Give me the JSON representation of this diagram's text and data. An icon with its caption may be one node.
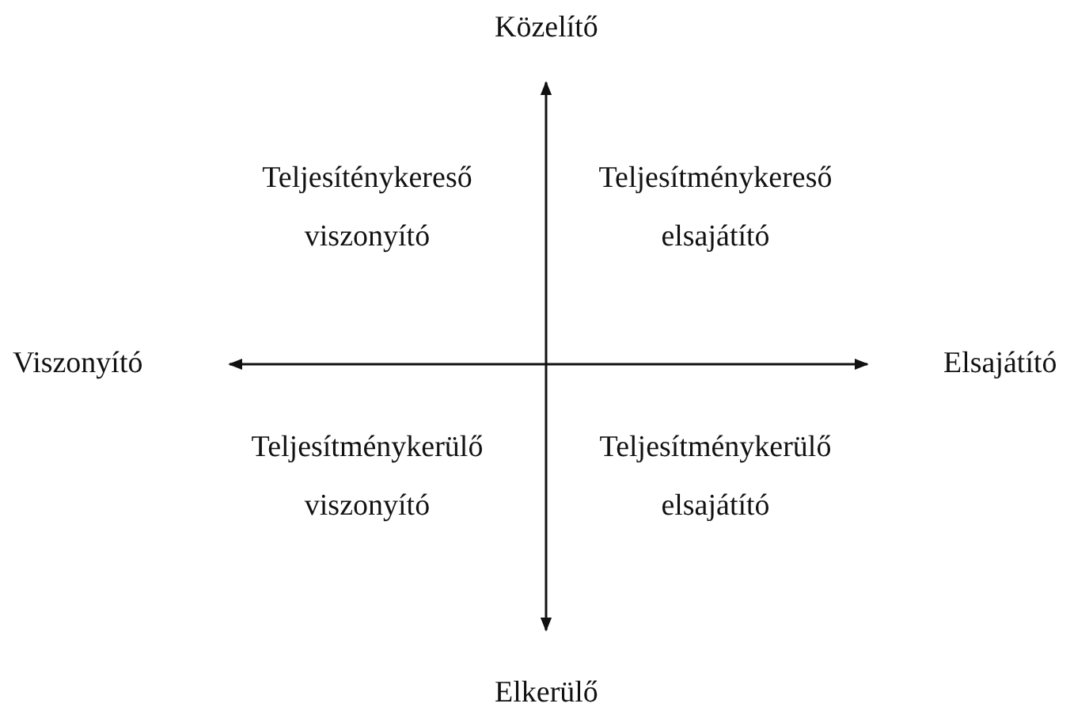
{
  "diagram": {
    "labels": [
      "Közelítő",
      "Teljesíténykereső viszonyító",
      "Teljesítménykereső elsajátító",
      "Viszonyító",
      "Elsajátító",
      "Teljesítménykerülő viszonyító",
      "Teljesítménykerülő elsajátító",
      "Elkerülő"
    ]
  }
}
